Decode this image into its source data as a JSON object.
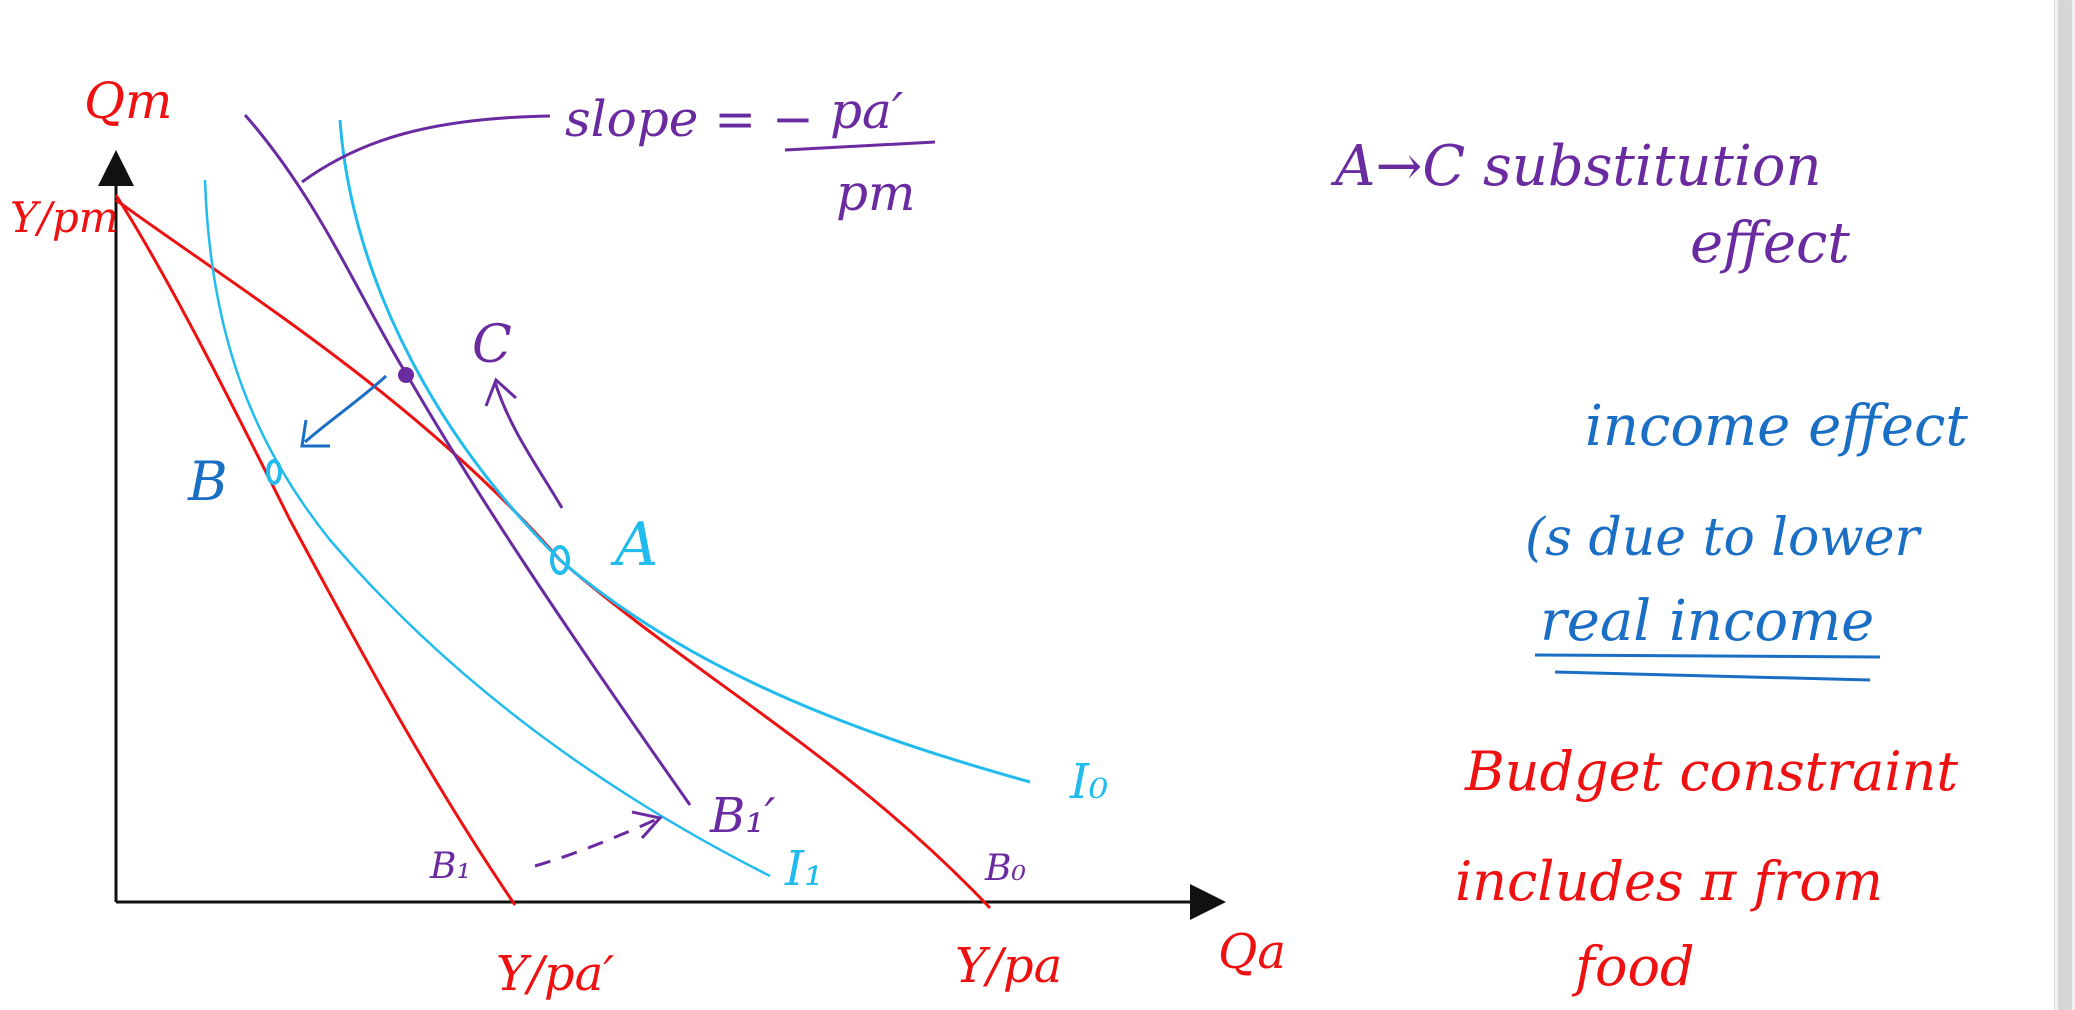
{
  "colors": {
    "red": "#ee1111",
    "purple": "#6a2aa0",
    "cyan": "#22bbee",
    "blue": "#1a6ec4",
    "black": "#111111"
  },
  "axes": {
    "y_label": "Qm",
    "x_label": "Qa",
    "y_intercept": "Y/pm",
    "x_intercept_new": "Y/pa′",
    "x_intercept_old": "Y/pa"
  },
  "slope_note": {
    "text": "slope = −",
    "numerator": "pa′",
    "denominator": "pm"
  },
  "points": {
    "A": "A",
    "B": "B",
    "C": "C"
  },
  "curves": {
    "I0": "I₀",
    "I1": "I₁",
    "B0": "B₀",
    "B1": "B₁",
    "B1_prime": "B₁′"
  },
  "annotations": {
    "substitution_line1": "A→C  substitution",
    "substitution_line2": "effect",
    "income_line1": "income effect",
    "income_line2": "(s due to lower",
    "income_line3": "real income",
    "budget_line1": "Budget constraint",
    "budget_line2": "includes π from",
    "budget_line3": "food"
  }
}
